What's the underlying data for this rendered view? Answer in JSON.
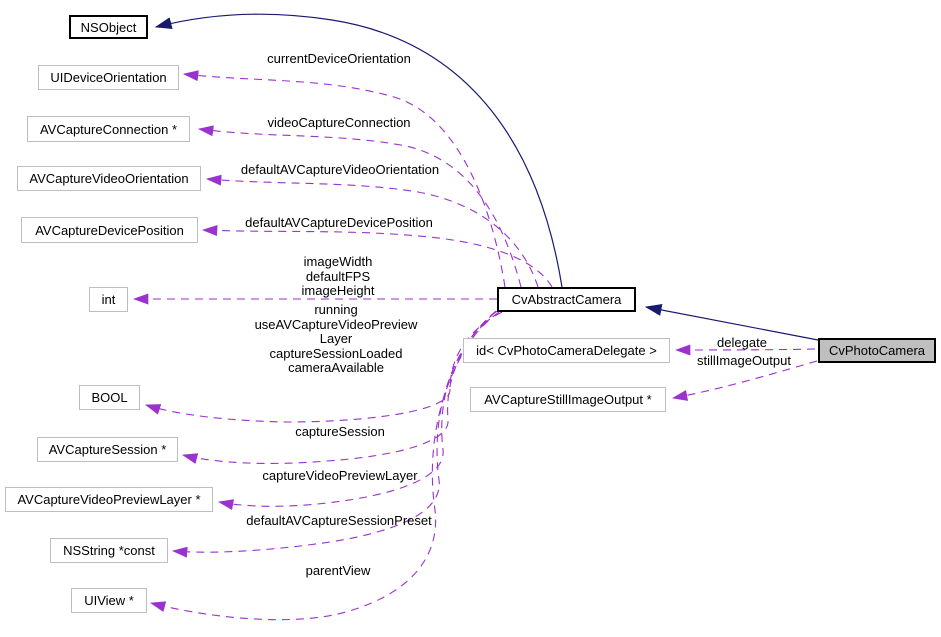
{
  "diagram": {
    "type": "collaboration-diagram",
    "subject": "CvPhotoCamera",
    "colors": {
      "background": "#ffffff",
      "inheritance_edge": "#191970",
      "usage_edge": "#9a32cd",
      "node_border_default": "#bebebe",
      "node_border_emphasis": "#000000",
      "node_fill_default": "#ffffff",
      "node_fill_selected": "#bfbfbf",
      "text": "#000000"
    }
  },
  "nodes": {
    "nsobject": {
      "label": "NSObject"
    },
    "uidevice_orientation": {
      "label": "UIDeviceOrientation"
    },
    "avcapture_connection": {
      "label": "AVCaptureConnection *"
    },
    "avcapture_video_orientation": {
      "label": "AVCaptureVideoOrientation"
    },
    "avcapture_device_position": {
      "label": "AVCaptureDevicePosition"
    },
    "int": {
      "label": "int"
    },
    "bool": {
      "label": "BOOL"
    },
    "avcapture_session": {
      "label": "AVCaptureSession *"
    },
    "avcapture_video_preview_layer": {
      "label": "AVCaptureVideoPreviewLayer *"
    },
    "nsstring_const": {
      "label": "NSString *const"
    },
    "uiview": {
      "label": "UIView *"
    },
    "cv_abstract_camera": {
      "label": "CvAbstractCamera"
    },
    "cv_photo_camera_delegate": {
      "label": "id< CvPhotoCameraDelegate >"
    },
    "avcapture_still_image_output": {
      "label": "AVCaptureStillImageOutput *"
    },
    "cv_photo_camera": {
      "label": "CvPhotoCamera"
    }
  },
  "edge_labels": {
    "current_device_orientation": "currentDeviceOrientation",
    "video_capture_connection": "videoCaptureConnection",
    "default_av_capture_video_orientation": "defaultAVCaptureVideoOrientation",
    "default_av_capture_device_position": "defaultAVCaptureDevicePosition",
    "int_members": {
      "lines": [
        "imageWidth",
        "defaultFPS",
        "imageHeight"
      ]
    },
    "bool_members": {
      "lines": [
        "running",
        "useAVCaptureVideoPreview",
        "Layer",
        "captureSessionLoaded",
        "cameraAvailable"
      ]
    },
    "capture_session": "captureSession",
    "capture_video_preview_layer": "captureVideoPreviewLayer",
    "default_av_capture_session_preset": "defaultAVCaptureSessionPreset",
    "parent_view": "parentView",
    "delegate": "delegate",
    "still_image_output": "stillImageOutput"
  },
  "edges": [
    {
      "from": "cv_abstract_camera",
      "to": "nsobject",
      "type": "inheritance"
    },
    {
      "from": "cv_photo_camera",
      "to": "cv_abstract_camera",
      "type": "inheritance"
    },
    {
      "from": "cv_abstract_camera",
      "to": "uidevice_orientation",
      "type": "usage",
      "label_key": "current_device_orientation"
    },
    {
      "from": "cv_abstract_camera",
      "to": "avcapture_connection",
      "type": "usage",
      "label_key": "video_capture_connection"
    },
    {
      "from": "cv_abstract_camera",
      "to": "avcapture_video_orientation",
      "type": "usage",
      "label_key": "default_av_capture_video_orientation"
    },
    {
      "from": "cv_abstract_camera",
      "to": "avcapture_device_position",
      "type": "usage",
      "label_key": "default_av_capture_device_position"
    },
    {
      "from": "cv_abstract_camera",
      "to": "int",
      "type": "usage",
      "label_key": "int_members"
    },
    {
      "from": "cv_abstract_camera",
      "to": "bool",
      "type": "usage",
      "label_key": "bool_members"
    },
    {
      "from": "cv_abstract_camera",
      "to": "avcapture_session",
      "type": "usage",
      "label_key": "capture_session"
    },
    {
      "from": "cv_abstract_camera",
      "to": "avcapture_video_preview_layer",
      "type": "usage",
      "label_key": "capture_video_preview_layer"
    },
    {
      "from": "cv_abstract_camera",
      "to": "nsstring_const",
      "type": "usage",
      "label_key": "default_av_capture_session_preset"
    },
    {
      "from": "cv_abstract_camera",
      "to": "uiview",
      "type": "usage",
      "label_key": "parent_view"
    },
    {
      "from": "cv_photo_camera",
      "to": "cv_photo_camera_delegate",
      "type": "usage",
      "label_key": "delegate"
    },
    {
      "from": "cv_photo_camera",
      "to": "avcapture_still_image_output",
      "type": "usage",
      "label_key": "still_image_output"
    }
  ]
}
